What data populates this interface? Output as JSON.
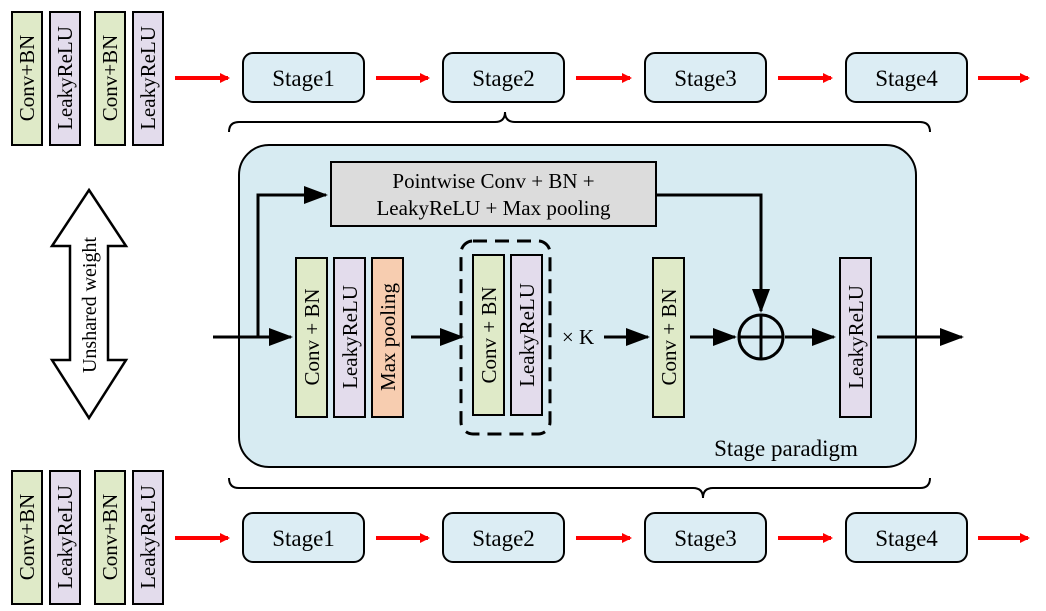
{
  "colors": {
    "conv": "#dfeac8",
    "relu": "#e3dcec",
    "pool": "#f7cdb0",
    "stage": "#dcedf4",
    "paradigm": "#d7ebf2",
    "pointwise": "#dcdcdc",
    "red_arrow": "#ff0000",
    "black": "#000000"
  },
  "top_row": {
    "blocks": [
      "Conv+BN",
      "LeakyReLU",
      "Conv+BN",
      "LeakyReLU"
    ],
    "stages": [
      "Stage1",
      "Stage2",
      "Stage3",
      "Stage4"
    ]
  },
  "bottom_row": {
    "blocks": [
      "Conv+BN",
      "LeakyReLU",
      "Conv+BN",
      "LeakyReLU"
    ],
    "stages": [
      "Stage1",
      "Stage2",
      "Stage3",
      "Stage4"
    ]
  },
  "unshared_weight_label": "Unshared weight",
  "paradigm": {
    "pointwise_line1": "Pointwise Conv + BN +",
    "pointwise_line2": "LeakyReLU + Max pooling",
    "block1": [
      "Conv + BN",
      "LeakyReLU",
      "Max pooling"
    ],
    "repeat_block": [
      "Conv + BN",
      "LeakyReLU"
    ],
    "repeat_label": "× K",
    "block3": "Conv + BN",
    "block4": "LeakyReLU",
    "add_icon": "plus-circle-icon",
    "caption": "Stage paradigm"
  }
}
